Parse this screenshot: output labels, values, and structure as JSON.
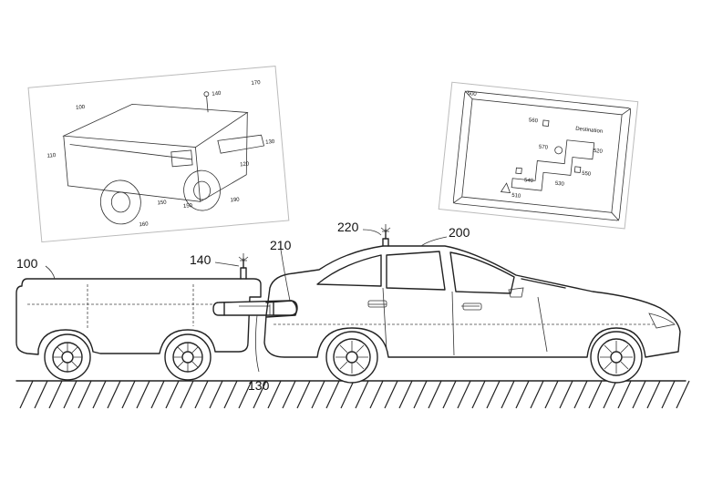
{
  "main_figure": {
    "labels": {
      "robot": "100",
      "antenna_robot": "140",
      "connector": "130",
      "hitch": "210",
      "antenna_car": "220",
      "car": "200"
    }
  },
  "inset_robot": {
    "labels": {
      "body": "100",
      "antenna": "140",
      "side_front": "110",
      "top_right": "170",
      "arm": "130",
      "rear": "120",
      "front_wheel": "160",
      "under_a": "150",
      "under_b": "150",
      "rear_wheel": "190"
    }
  },
  "inset_map": {
    "labels": {
      "frame": "500",
      "destination_text": "Destination",
      "destination": "520",
      "p560": "560",
      "p570": "570",
      "p530": "530",
      "p540": "540",
      "p550": "550",
      "start": "510"
    }
  },
  "colors": {
    "line": "#222222",
    "background": "#ffffff",
    "inset_bg": "#ffffff"
  }
}
